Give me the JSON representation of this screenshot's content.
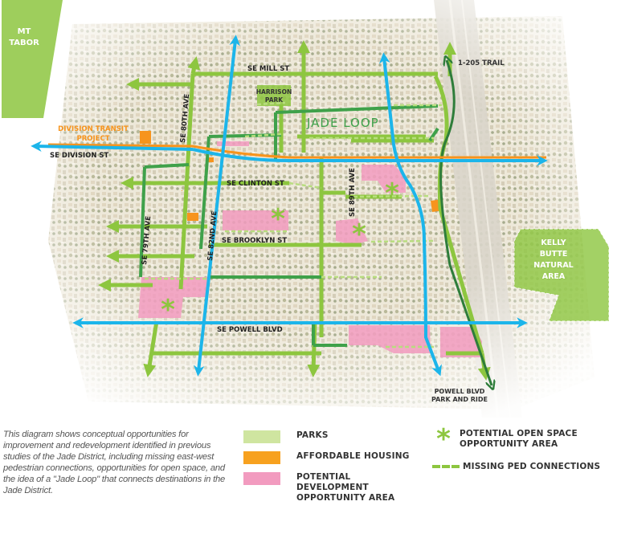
{
  "map": {
    "areas": {
      "mt_tabor": [
        "MT",
        "TABOR"
      ],
      "kelly_butte": [
        "KELLY",
        "BUTTE",
        "NATURAL",
        "AREA"
      ],
      "harrison_park": [
        "HARRISON",
        "PARK"
      ]
    },
    "streets": {
      "mill": "SE MILL ST",
      "division": "SE DIVISION ST",
      "clinton": "SE CLINTON ST",
      "brooklyn": "SE BROOKLYN ST",
      "powell": "SE POWELL BLVD",
      "ave80": "SE 80TH AVE",
      "ave79": "SE 79TH AVE",
      "ave82": "SE 82ND AVE",
      "ave89": "SE 89TH AVE"
    },
    "features": {
      "division_transit": [
        "DIVISION TRANSIT",
        "PROJECT"
      ],
      "jade_loop": "JADE LOOP",
      "i205_trail": "1-205 TRAIL",
      "park_and_ride": [
        "POWELL BLVD",
        "PARK AND RIDE"
      ]
    },
    "colors": {
      "park": "#8dc63f",
      "park_light": "#9ccf5e",
      "loop_dark": "#3fa14a",
      "trail_dark": "#2e7d3a",
      "transit_blue": "#1cb5ea",
      "affordable_orange": "#f7941d",
      "development_pink": "#f5a0bf",
      "label_orange": "#f7941d"
    }
  },
  "caption": "This diagram shows conceptual opportunities for improvement and redevelopment identified in previous studies of the Jade District, including missing east-west pedestrian connections, opportunities for open space, and the idea of a \"Jade Loop\" that connects destinations in the Jade District.",
  "legend": {
    "parks": {
      "label": "PARKS",
      "color": "#cfe5a0"
    },
    "affordable_housing": {
      "label": "AFFORDABLE HOUSING",
      "color": "#f7a11f"
    },
    "potential_development": {
      "label": "POTENTIAL DEVELOPMENT OPPORTUNITY AREA",
      "color": "#f29bbf"
    },
    "open_space": {
      "label": "POTENTIAL OPEN SPACE OPPORTUNITY AREA",
      "icon": "asterisk"
    },
    "missing_ped": {
      "label": "MISSING PED CONNECTIONS"
    }
  }
}
